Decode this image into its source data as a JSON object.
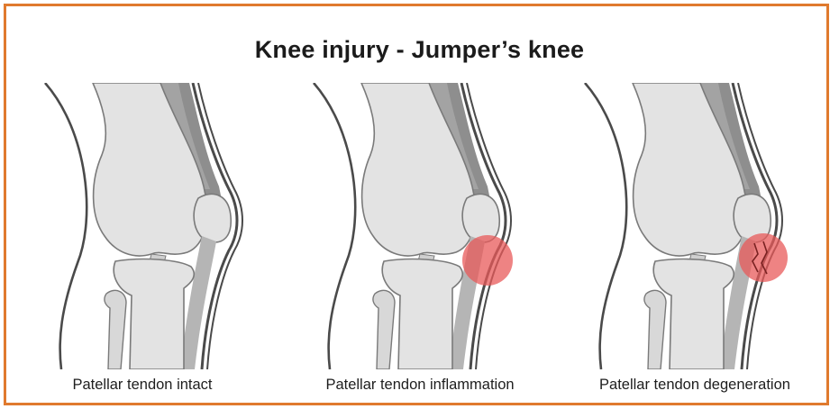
{
  "title": "Knee injury - Jumper’s knee",
  "panels": [
    {
      "caption": "Patellar tendon intact",
      "highlight": "none"
    },
    {
      "caption": "Patellar tendon inflammation",
      "highlight": "inflammation"
    },
    {
      "caption": "Patellar tendon degeneration",
      "highlight": "degeneration"
    }
  ],
  "colors": {
    "border": "#e07a2e",
    "bone": "#e3e3e3",
    "muscle": "#8e8e8e",
    "tendon": "#b5b5b5",
    "outline": "#4a4a4a",
    "injury": "#e85a5a"
  }
}
